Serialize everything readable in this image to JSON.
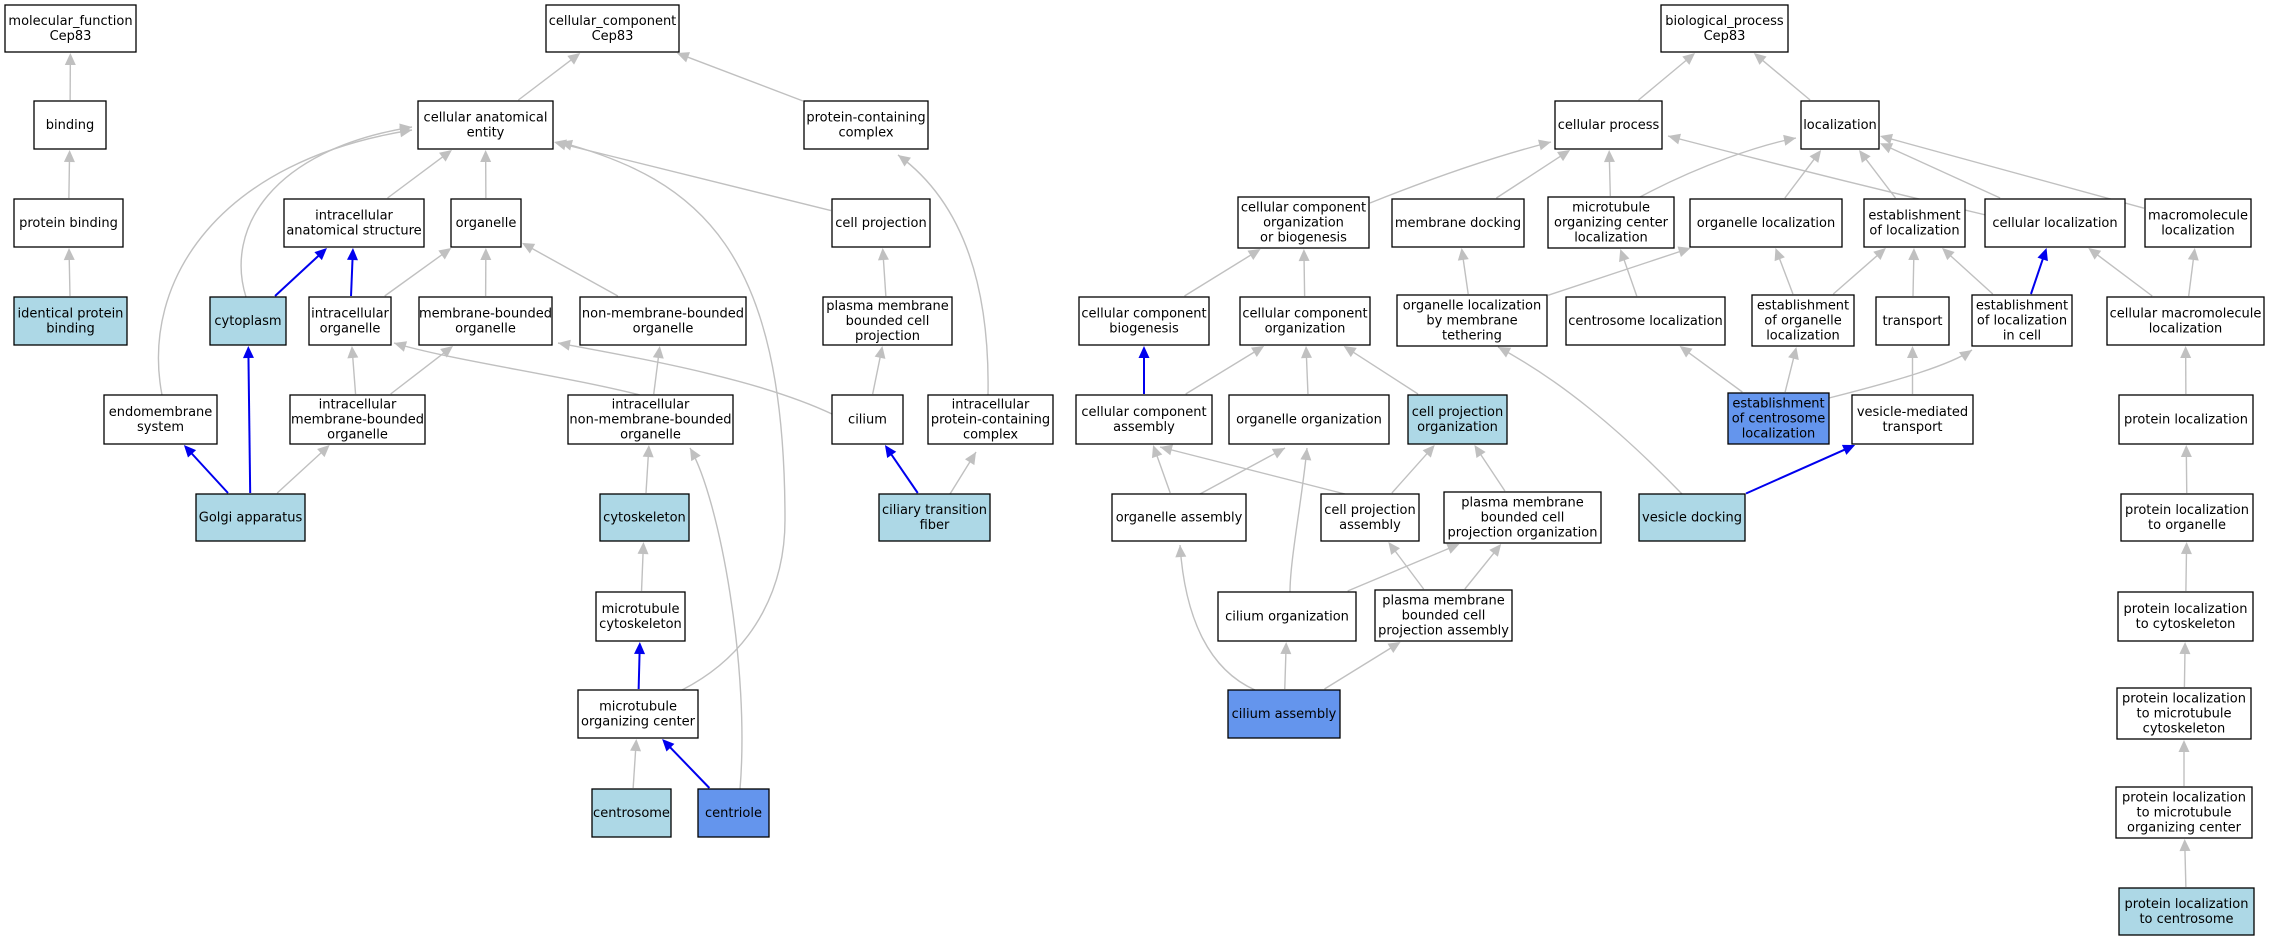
{
  "colors": {
    "plain": "#ffffff",
    "annotated": "#add8e6",
    "direct": "#6495ed",
    "edge_gray": "#c0c0c0",
    "edge_blue": "#0000ee",
    "border": "#000000"
  },
  "nodes": [
    {
      "id": "mf_root",
      "lines": [
        "molecular_function",
        "Cep83"
      ],
      "style": "plain"
    },
    {
      "id": "binding",
      "lines": [
        "binding"
      ],
      "style": "plain"
    },
    {
      "id": "protein_binding",
      "lines": [
        "protein binding"
      ],
      "style": "plain"
    },
    {
      "id": "identical_protein_binding",
      "lines": [
        "identical protein",
        "binding"
      ],
      "style": "annotated"
    },
    {
      "id": "cc_root",
      "lines": [
        "cellular_component",
        "Cep83"
      ],
      "style": "plain"
    },
    {
      "id": "cellular_anatomical_entity",
      "lines": [
        "cellular anatomical",
        "entity"
      ],
      "style": "plain"
    },
    {
      "id": "protein_containing_complex",
      "lines": [
        "protein-containing",
        "complex"
      ],
      "style": "plain"
    },
    {
      "id": "intracellular_anatomical_structure",
      "lines": [
        "intracellular",
        "anatomical structure"
      ],
      "style": "plain"
    },
    {
      "id": "organelle",
      "lines": [
        "organelle"
      ],
      "style": "plain"
    },
    {
      "id": "cell_projection",
      "lines": [
        "cell projection"
      ],
      "style": "plain"
    },
    {
      "id": "cytoplasm",
      "lines": [
        "cytoplasm"
      ],
      "style": "annotated"
    },
    {
      "id": "intracellular_organelle",
      "lines": [
        "intracellular",
        "organelle"
      ],
      "style": "plain"
    },
    {
      "id": "membrane_bounded_organelle",
      "lines": [
        "membrane-bounded",
        "organelle"
      ],
      "style": "plain"
    },
    {
      "id": "non_membrane_bounded_organelle",
      "lines": [
        "non-membrane-bounded",
        "organelle"
      ],
      "style": "plain"
    },
    {
      "id": "plasma_membrane_bounded_cell_projection",
      "lines": [
        "plasma membrane",
        "bounded cell",
        "projection"
      ],
      "style": "plain"
    },
    {
      "id": "endomembrane_system",
      "lines": [
        "endomembrane",
        "system"
      ],
      "style": "plain"
    },
    {
      "id": "intracellular_membrane_bounded_organelle",
      "lines": [
        "intracellular",
        "membrane-bounded",
        "organelle"
      ],
      "style": "plain"
    },
    {
      "id": "intracellular_non_membrane_bounded_organelle",
      "lines": [
        "intracellular",
        "non-membrane-bounded",
        "organelle"
      ],
      "style": "plain"
    },
    {
      "id": "cilium",
      "lines": [
        "cilium"
      ],
      "style": "plain"
    },
    {
      "id": "intracellular_protein_containing_complex",
      "lines": [
        "intracellular",
        "protein-containing",
        "complex"
      ],
      "style": "plain"
    },
    {
      "id": "golgi_apparatus",
      "lines": [
        "Golgi apparatus"
      ],
      "style": "annotated"
    },
    {
      "id": "cytoskeleton",
      "lines": [
        "cytoskeleton"
      ],
      "style": "annotated"
    },
    {
      "id": "ciliary_transition_fiber",
      "lines": [
        "ciliary transition",
        "fiber"
      ],
      "style": "annotated"
    },
    {
      "id": "microtubule_cytoskeleton",
      "lines": [
        "microtubule",
        "cytoskeleton"
      ],
      "style": "plain"
    },
    {
      "id": "microtubule_organizing_center",
      "lines": [
        "microtubule",
        "organizing center"
      ],
      "style": "plain"
    },
    {
      "id": "centrosome",
      "lines": [
        "centrosome"
      ],
      "style": "annotated"
    },
    {
      "id": "centriole",
      "lines": [
        "centriole"
      ],
      "style": "direct"
    },
    {
      "id": "bp_root",
      "lines": [
        "biological_process",
        "Cep83"
      ],
      "style": "plain"
    },
    {
      "id": "cellular_process",
      "lines": [
        "cellular process"
      ],
      "style": "plain"
    },
    {
      "id": "localization",
      "lines": [
        "localization"
      ],
      "style": "plain"
    },
    {
      "id": "cc_org_or_biogenesis",
      "lines": [
        "cellular component",
        "organization",
        "or biogenesis"
      ],
      "style": "plain"
    },
    {
      "id": "membrane_docking",
      "lines": [
        "membrane docking"
      ],
      "style": "plain"
    },
    {
      "id": "mtoc_localization",
      "lines": [
        "microtubule",
        "organizing center",
        "localization"
      ],
      "style": "plain"
    },
    {
      "id": "organelle_localization",
      "lines": [
        "organelle localization"
      ],
      "style": "plain"
    },
    {
      "id": "establishment_of_localization",
      "lines": [
        "establishment",
        "of localization"
      ],
      "style": "plain"
    },
    {
      "id": "cellular_localization",
      "lines": [
        "cellular localization"
      ],
      "style": "plain"
    },
    {
      "id": "macromolecule_localization",
      "lines": [
        "macromolecule",
        "localization"
      ],
      "style": "plain"
    },
    {
      "id": "cc_biogenesis",
      "lines": [
        "cellular component",
        "biogenesis"
      ],
      "style": "plain"
    },
    {
      "id": "cc_organization",
      "lines": [
        "cellular component",
        "organization"
      ],
      "style": "plain"
    },
    {
      "id": "organelle_loc_membrane_tethering",
      "lines": [
        "organelle localization",
        "by membrane",
        "tethering"
      ],
      "style": "plain"
    },
    {
      "id": "centrosome_localization",
      "lines": [
        "centrosome localization"
      ],
      "style": "plain"
    },
    {
      "id": "establishment_organelle_localization",
      "lines": [
        "establishment",
        "of organelle",
        "localization"
      ],
      "style": "plain"
    },
    {
      "id": "transport",
      "lines": [
        "transport"
      ],
      "style": "plain"
    },
    {
      "id": "establishment_localization_in_cell",
      "lines": [
        "establishment",
        "of localization",
        "in cell"
      ],
      "style": "plain"
    },
    {
      "id": "cellular_macromolecule_localization",
      "lines": [
        "cellular macromolecule",
        "localization"
      ],
      "style": "plain"
    },
    {
      "id": "cc_assembly",
      "lines": [
        "cellular component",
        "assembly"
      ],
      "style": "plain"
    },
    {
      "id": "organelle_organization",
      "lines": [
        "organelle organization"
      ],
      "style": "plain"
    },
    {
      "id": "cell_projection_organization",
      "lines": [
        "cell projection",
        "organization"
      ],
      "style": "annotated"
    },
    {
      "id": "establishment_centrosome_localization",
      "lines": [
        "establishment",
        "of centrosome",
        "localization"
      ],
      "style": "direct"
    },
    {
      "id": "vesicle_mediated_transport",
      "lines": [
        "vesicle-mediated",
        "transport"
      ],
      "style": "plain"
    },
    {
      "id": "protein_localization",
      "lines": [
        "protein localization"
      ],
      "style": "plain"
    },
    {
      "id": "organelle_assembly",
      "lines": [
        "organelle assembly"
      ],
      "style": "plain"
    },
    {
      "id": "cell_projection_assembly",
      "lines": [
        "cell projection",
        "assembly"
      ],
      "style": "plain"
    },
    {
      "id": "pm_bounded_cell_projection_organization",
      "lines": [
        "plasma membrane",
        "bounded cell",
        "projection organization"
      ],
      "style": "plain"
    },
    {
      "id": "vesicle_docking",
      "lines": [
        "vesicle docking"
      ],
      "style": "annotated"
    },
    {
      "id": "protein_localization_to_organelle",
      "lines": [
        "protein localization",
        "to organelle"
      ],
      "style": "plain"
    },
    {
      "id": "cilium_organization",
      "lines": [
        "cilium organization"
      ],
      "style": "plain"
    },
    {
      "id": "pm_bounded_cell_projection_assembly",
      "lines": [
        "plasma membrane",
        "bounded cell",
        "projection assembly"
      ],
      "style": "plain"
    },
    {
      "id": "protein_localization_to_cytoskeleton",
      "lines": [
        "protein localization",
        "to cytoskeleton"
      ],
      "style": "plain"
    },
    {
      "id": "cilium_assembly",
      "lines": [
        "cilium assembly"
      ],
      "style": "direct"
    },
    {
      "id": "protein_localization_to_mt_cytoskeleton",
      "lines": [
        "protein localization",
        "to microtubule",
        "cytoskeleton"
      ],
      "style": "plain"
    },
    {
      "id": "protein_localization_to_mtoc",
      "lines": [
        "protein localization",
        "to microtubule",
        "organizing center"
      ],
      "style": "plain"
    },
    {
      "id": "protein_localization_to_centrosome",
      "lines": [
        "protein localization",
        "to centrosome"
      ],
      "style": "annotated"
    }
  ],
  "edges": [
    {
      "from": "binding",
      "to": "mf_root",
      "kind": "is_a"
    },
    {
      "from": "protein_binding",
      "to": "binding",
      "kind": "is_a"
    },
    {
      "from": "identical_protein_binding",
      "to": "protein_binding",
      "kind": "is_a"
    },
    {
      "from": "cellular_anatomical_entity",
      "to": "cc_root",
      "kind": "is_a"
    },
    {
      "from": "protein_containing_complex",
      "to": "cc_root",
      "kind": "is_a"
    },
    {
      "from": "intracellular_anatomical_structure",
      "to": "cellular_anatomical_entity",
      "kind": "is_a"
    },
    {
      "from": "organelle",
      "to": "cellular_anatomical_entity",
      "kind": "is_a"
    },
    {
      "from": "cell_projection",
      "to": "cellular_anatomical_entity",
      "kind": "is_a"
    },
    {
      "from": "cytoplasm",
      "to": "cellular_anatomical_entity",
      "kind": "is_a"
    },
    {
      "from": "endomembrane_system",
      "to": "cellular_anatomical_entity",
      "kind": "is_a"
    },
    {
      "from": "microtubule_organizing_center",
      "to": "cellular_anatomical_entity",
      "kind": "is_a"
    },
    {
      "from": "cytoplasm",
      "to": "intracellular_anatomical_structure",
      "kind": "part_of"
    },
    {
      "from": "intracellular_organelle",
      "to": "intracellular_anatomical_structure",
      "kind": "part_of"
    },
    {
      "from": "intracellular_organelle",
      "to": "organelle",
      "kind": "is_a"
    },
    {
      "from": "membrane_bounded_organelle",
      "to": "organelle",
      "kind": "is_a"
    },
    {
      "from": "non_membrane_bounded_organelle",
      "to": "organelle",
      "kind": "is_a"
    },
    {
      "from": "plasma_membrane_bounded_cell_projection",
      "to": "cell_projection",
      "kind": "is_a"
    },
    {
      "from": "intracellular_membrane_bounded_organelle",
      "to": "intracellular_organelle",
      "kind": "is_a"
    },
    {
      "from": "intracellular_membrane_bounded_organelle",
      "to": "membrane_bounded_organelle",
      "kind": "is_a"
    },
    {
      "from": "intracellular_non_membrane_bounded_organelle",
      "to": "intracellular_organelle",
      "kind": "is_a"
    },
    {
      "from": "intracellular_non_membrane_bounded_organelle",
      "to": "non_membrane_bounded_organelle",
      "kind": "is_a"
    },
    {
      "from": "cilium",
      "to": "plasma_membrane_bounded_cell_projection",
      "kind": "is_a"
    },
    {
      "from": "cilium",
      "to": "membrane_bounded_organelle",
      "kind": "is_a"
    },
    {
      "from": "intracellular_protein_containing_complex",
      "to": "protein_containing_complex",
      "kind": "is_a"
    },
    {
      "from": "golgi_apparatus",
      "to": "cytoplasm",
      "kind": "part_of"
    },
    {
      "from": "golgi_apparatus",
      "to": "endomembrane_system",
      "kind": "part_of"
    },
    {
      "from": "golgi_apparatus",
      "to": "intracellular_membrane_bounded_organelle",
      "kind": "is_a"
    },
    {
      "from": "cytoskeleton",
      "to": "intracellular_non_membrane_bounded_organelle",
      "kind": "is_a"
    },
    {
      "from": "ciliary_transition_fiber",
      "to": "cilium",
      "kind": "part_of"
    },
    {
      "from": "ciliary_transition_fiber",
      "to": "intracellular_protein_containing_complex",
      "kind": "is_a"
    },
    {
      "from": "microtubule_cytoskeleton",
      "to": "cytoskeleton",
      "kind": "is_a"
    },
    {
      "from": "microtubule_organizing_center",
      "to": "microtubule_cytoskeleton",
      "kind": "part_of"
    },
    {
      "from": "centrosome",
      "to": "microtubule_organizing_center",
      "kind": "is_a"
    },
    {
      "from": "centriole",
      "to": "microtubule_organizing_center",
      "kind": "part_of"
    },
    {
      "from": "centriole",
      "to": "intracellular_non_membrane_bounded_organelle",
      "kind": "is_a"
    },
    {
      "from": "cellular_process",
      "to": "bp_root",
      "kind": "is_a"
    },
    {
      "from": "localization",
      "to": "bp_root",
      "kind": "is_a"
    },
    {
      "from": "cc_org_or_biogenesis",
      "to": "cellular_process",
      "kind": "is_a"
    },
    {
      "from": "membrane_docking",
      "to": "cellular_process",
      "kind": "is_a"
    },
    {
      "from": "mtoc_localization",
      "to": "cellular_process",
      "kind": "is_a"
    },
    {
      "from": "cellular_localization",
      "to": "cellular_process",
      "kind": "is_a"
    },
    {
      "from": "mtoc_localization",
      "to": "localization",
      "kind": "is_a"
    },
    {
      "from": "organelle_localization",
      "to": "localization",
      "kind": "is_a"
    },
    {
      "from": "establishment_of_localization",
      "to": "localization",
      "kind": "is_a"
    },
    {
      "from": "cellular_localization",
      "to": "localization",
      "kind": "is_a"
    },
    {
      "from": "macromolecule_localization",
      "to": "localization",
      "kind": "is_a"
    },
    {
      "from": "cc_biogenesis",
      "to": "cc_org_or_biogenesis",
      "kind": "is_a"
    },
    {
      "from": "cc_organization",
      "to": "cc_org_or_biogenesis",
      "kind": "is_a"
    },
    {
      "from": "organelle_loc_membrane_tethering",
      "to": "membrane_docking",
      "kind": "is_a"
    },
    {
      "from": "organelle_loc_membrane_tethering",
      "to": "organelle_localization",
      "kind": "is_a"
    },
    {
      "from": "centrosome_localization",
      "to": "mtoc_localization",
      "kind": "is_a"
    },
    {
      "from": "establishment_organelle_localization",
      "to": "organelle_localization",
      "kind": "is_a"
    },
    {
      "from": "establishment_organelle_localization",
      "to": "establishment_of_localization",
      "kind": "is_a"
    },
    {
      "from": "transport",
      "to": "establishment_of_localization",
      "kind": "is_a"
    },
    {
      "from": "establishment_localization_in_cell",
      "to": "establishment_of_localization",
      "kind": "is_a"
    },
    {
      "from": "establishment_localization_in_cell",
      "to": "cellular_localization",
      "kind": "part_of"
    },
    {
      "from": "cellular_macromolecule_localization",
      "to": "cellular_localization",
      "kind": "is_a"
    },
    {
      "from": "cellular_macromolecule_localization",
      "to": "macromolecule_localization",
      "kind": "is_a"
    },
    {
      "from": "cc_assembly",
      "to": "cc_biogenesis",
      "kind": "part_of"
    },
    {
      "from": "cc_assembly",
      "to": "cc_organization",
      "kind": "is_a"
    },
    {
      "from": "organelle_organization",
      "to": "cc_organization",
      "kind": "is_a"
    },
    {
      "from": "cell_projection_organization",
      "to": "cc_organization",
      "kind": "is_a"
    },
    {
      "from": "establishment_centrosome_localization",
      "to": "centrosome_localization",
      "kind": "is_a"
    },
    {
      "from": "establishment_centrosome_localization",
      "to": "establishment_organelle_localization",
      "kind": "is_a"
    },
    {
      "from": "establishment_centrosome_localization",
      "to": "establishment_localization_in_cell",
      "kind": "is_a"
    },
    {
      "from": "vesicle_mediated_transport",
      "to": "transport",
      "kind": "is_a"
    },
    {
      "from": "protein_localization",
      "to": "cellular_macromolecule_localization",
      "kind": "is_a"
    },
    {
      "from": "organelle_assembly",
      "to": "cc_assembly",
      "kind": "is_a"
    },
    {
      "from": "organelle_assembly",
      "to": "organelle_organization",
      "kind": "is_a"
    },
    {
      "from": "cell_projection_assembly",
      "to": "cc_assembly",
      "kind": "is_a"
    },
    {
      "from": "cell_projection_assembly",
      "to": "cell_projection_organization",
      "kind": "is_a"
    },
    {
      "from": "pm_bounded_cell_projection_organization",
      "to": "cell_projection_organization",
      "kind": "is_a"
    },
    {
      "from": "vesicle_docking",
      "to": "organelle_loc_membrane_tethering",
      "kind": "is_a"
    },
    {
      "from": "vesicle_docking",
      "to": "vesicle_mediated_transport",
      "kind": "part_of"
    },
    {
      "from": "protein_localization_to_organelle",
      "to": "protein_localization",
      "kind": "is_a"
    },
    {
      "from": "cilium_organization",
      "to": "organelle_organization",
      "kind": "is_a"
    },
    {
      "from": "cilium_organization",
      "to": "pm_bounded_cell_projection_organization",
      "kind": "is_a"
    },
    {
      "from": "pm_bounded_cell_projection_assembly",
      "to": "cell_projection_assembly",
      "kind": "is_a"
    },
    {
      "from": "pm_bounded_cell_projection_assembly",
      "to": "pm_bounded_cell_projection_organization",
      "kind": "is_a"
    },
    {
      "from": "protein_localization_to_cytoskeleton",
      "to": "protein_localization_to_organelle",
      "kind": "is_a"
    },
    {
      "from": "cilium_assembly",
      "to": "organelle_assembly",
      "kind": "is_a"
    },
    {
      "from": "cilium_assembly",
      "to": "cilium_organization",
      "kind": "is_a"
    },
    {
      "from": "cilium_assembly",
      "to": "pm_bounded_cell_projection_assembly",
      "kind": "is_a"
    },
    {
      "from": "protein_localization_to_mt_cytoskeleton",
      "to": "protein_localization_to_cytoskeleton",
      "kind": "is_a"
    },
    {
      "from": "protein_localization_to_mtoc",
      "to": "protein_localization_to_mt_cytoskeleton",
      "kind": "is_a"
    },
    {
      "from": "protein_localization_to_centrosome",
      "to": "protein_localization_to_mtoc",
      "kind": "is_a"
    }
  ]
}
